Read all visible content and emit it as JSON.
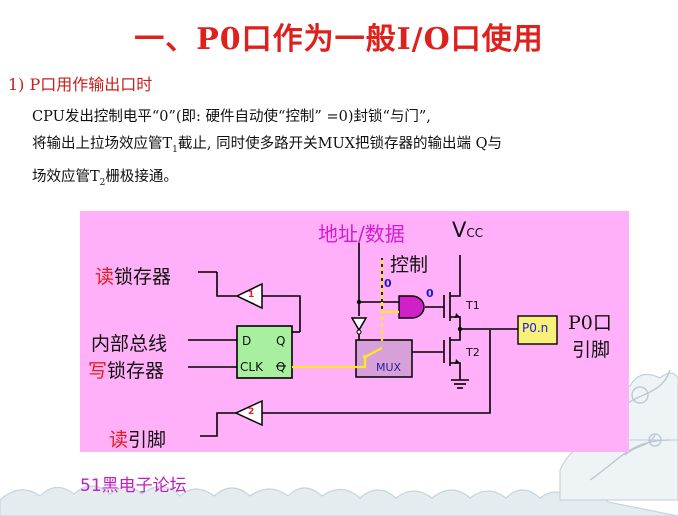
{
  "title": "一、P0口作为一般I/O口使用",
  "subtitle": "1) P口用作输出口时",
  "paragraph": {
    "line1": "CPU发出控制电平“0”(即: 硬件自动使“控制” =0)封锁“与门”,",
    "line2_a": "将输出上拉场效应管T",
    "line2_sub": "1",
    "line2_b": "截止, 同时使多路开关MUX把锁存器的输出端 Q与",
    "line3_a": "场效应管T",
    "line3_sub": "2",
    "line3_b": "栅极接通。"
  },
  "diagram": {
    "addr_data_label": "地址/数据",
    "vcc_label": "V",
    "vcc_sub": "CC",
    "control_label": "控制",
    "read_latch_prefix": "读",
    "read_latch_suffix": "锁存器",
    "internal_bus": "内部总线",
    "write_latch_prefix": "写",
    "write_latch_suffix": "锁存器",
    "read_pin_prefix": "读",
    "read_pin_suffix": "引脚",
    "p0_port_line1": "P0口",
    "p0_port_line2": "引脚",
    "p0n_box": "P0.n",
    "latch_d": "D",
    "latch_q": "Q",
    "latch_clk": "CLK",
    "latch_qbar": "Q",
    "mux_label": "MUX",
    "t1_label": "T1",
    "t2_label": "T2",
    "buffer1_label": "1",
    "buffer2_label": "2",
    "zero_ctrl": "0",
    "zero_and_out": "0",
    "colors": {
      "background_pink": "#ffb0f8",
      "latch_green": "#a8f0a0",
      "and_gate_magenta": "#d020c8",
      "p0n_yellow": "#f8f078",
      "signal_yellow": "#f8e828",
      "wire_dark": "#000000",
      "label_red": "#e41c1c",
      "label_magenta": "#d41ad4"
    }
  },
  "footer": "51黑电子论坛"
}
